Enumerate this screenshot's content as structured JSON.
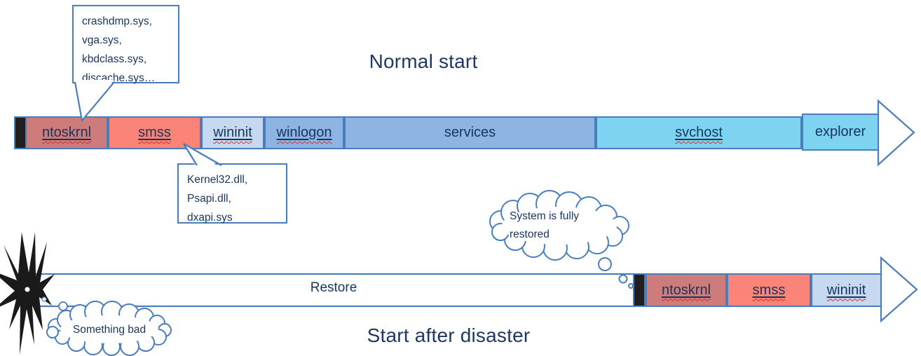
{
  "titles": {
    "normal": "Normal start",
    "disaster": "Start after disaster"
  },
  "colors": {
    "outline": "#4a7ebb",
    "title_text": "#1f3864",
    "label_text": "#17365d",
    "spellcheck_wavy": "#d93025",
    "marker_fill": "#1f1f1f",
    "ntoskrnl_fill": "#cd7b7b",
    "smss_fill": "#f98477",
    "wininit_fill": "#c6d9f1",
    "winlogon_fill": "#8eb4e3",
    "services_fill": "#8eb4e3",
    "svchost_fill": "#7ed3f0",
    "explorer_fill": "#7ed3f0",
    "restore_fill": "#ffffff",
    "star_fill": "#1a1a1a"
  },
  "normal_start_bar": {
    "segments": [
      {
        "label": "ntoskrnl",
        "fill": "#cd7b7b"
      },
      {
        "label": "smss",
        "fill": "#f98477"
      },
      {
        "label": "wininit",
        "fill": "#c6d9f1"
      },
      {
        "label": "winlogon",
        "fill": "#8eb4e3"
      },
      {
        "label": "services",
        "fill": "#8eb4e3"
      },
      {
        "label": "svchost",
        "fill": "#7ed3f0"
      },
      {
        "label": "explorer",
        "fill": "#7ed3f0"
      }
    ]
  },
  "disaster_bar": {
    "restore": {
      "label": "Restore",
      "fill": "#ffffff"
    },
    "segments": [
      {
        "label": "ntoskrnl",
        "fill": "#cd7b7b"
      },
      {
        "label": "smss",
        "fill": "#f98477"
      },
      {
        "label": "wininit",
        "fill": "#c6d9f1"
      }
    ]
  },
  "callouts": {
    "ntoskrnl_drivers": {
      "lines": [
        "crashdmp.sys,",
        "vga.sys,",
        "kbdclass.sys,",
        "discache.sys…"
      ]
    },
    "smss_modules": {
      "lines": [
        "Kernel32.dll,",
        "Psapi.dll,",
        "dxapi.sys"
      ]
    }
  },
  "clouds": {
    "restored": {
      "lines": [
        "System is fully",
        "restored"
      ]
    },
    "something_bad": {
      "lines": [
        "Something bad"
      ]
    }
  }
}
